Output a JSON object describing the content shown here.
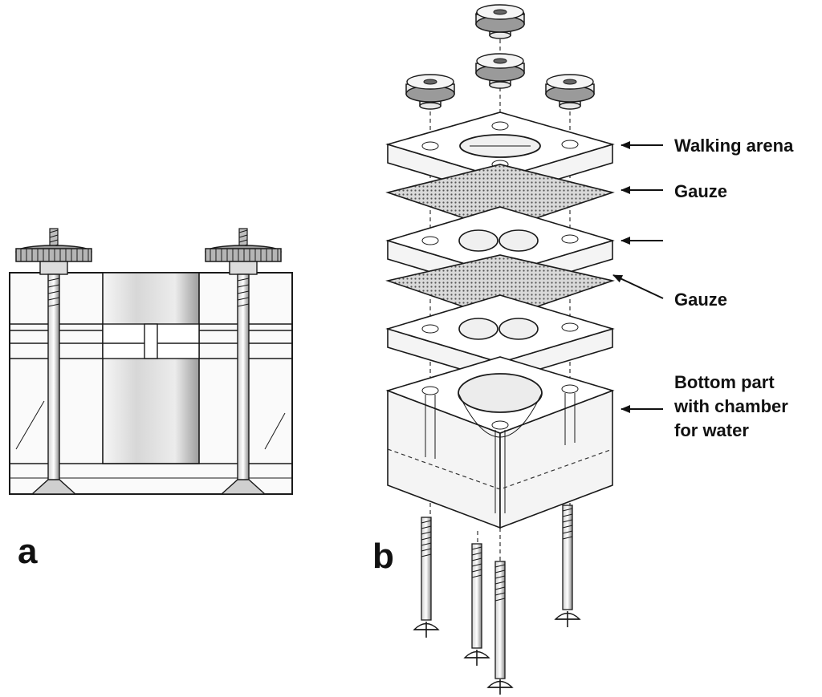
{
  "panels": {
    "a": "a",
    "b": "b"
  },
  "callouts": {
    "walking_arena": "Walking arena",
    "gauze_1": "Gauze",
    "gauze_2": "Gauze",
    "bottom_line1": "Bottom part",
    "bottom_line2": "with chamber",
    "bottom_line3": "for water"
  }
}
